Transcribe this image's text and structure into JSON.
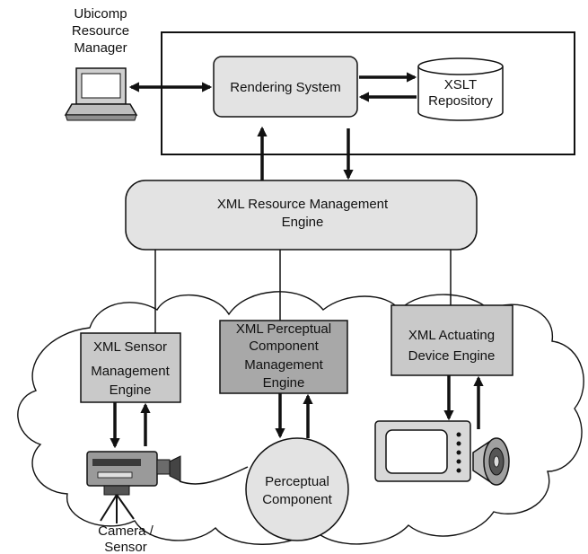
{
  "labels": {
    "ubicomp_line1": "Ubicomp",
    "ubicomp_line2": "Resource",
    "ubicomp_line3": "Manager",
    "rendering_system": "Rendering System",
    "xslt_line1": "XSLT",
    "xslt_line2": "Repository",
    "xml_rme_line1": "XML Resource Management",
    "xml_rme_line2": "Engine",
    "sensor_line1": "XML Sensor",
    "sensor_line2": "Management",
    "sensor_line3": "Engine",
    "perc_line1": "XML Perceptual",
    "perc_line2": "Component",
    "perc_line3": "Management",
    "perc_line4": "Engine",
    "actuating_line1": "XML Actuating",
    "actuating_line2": "Device Engine",
    "perceptual_comp_line1": "Perceptual",
    "perceptual_comp_line2": "Component",
    "camera_line1": "Camera /",
    "camera_line2": "Sensor"
  },
  "colors": {
    "box_light": "#e3e3e3",
    "box_mid": "#c9c9c9",
    "box_dark": "#a8a8a8",
    "stroke": "#111111"
  }
}
